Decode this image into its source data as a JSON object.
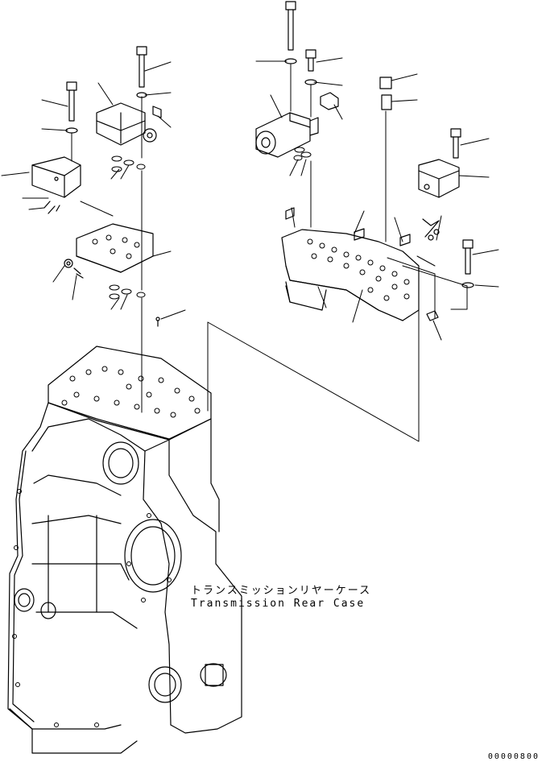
{
  "diagram": {
    "caption_ja": "トランスミッションリヤーケース",
    "caption_en": "Transmission Rear Case",
    "page_number": "00000800",
    "line_color": "#000000",
    "background": "#ffffff"
  }
}
